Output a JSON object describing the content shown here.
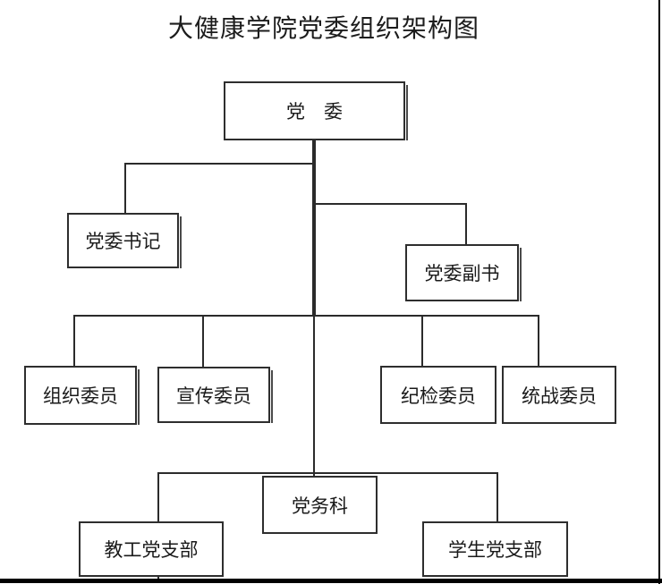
{
  "title": "大健康学院党委组织架构图",
  "nodes": {
    "root": {
      "label": "党　委"
    },
    "secretary": {
      "label": "党委书记"
    },
    "deputy_secretary": {
      "label": "党委副书"
    },
    "organization_member": {
      "label": "组织委员"
    },
    "publicity_member": {
      "label": "宣传委员"
    },
    "discipline_member": {
      "label": "纪检委员"
    },
    "united_front_member": {
      "label": "统战委员"
    },
    "party_affairs_office": {
      "label": "党务科"
    },
    "faculty_party_branch": {
      "label": "教工党支部"
    },
    "student_party_branch": {
      "label": "学生党支部"
    }
  },
  "colors": {
    "background": "#ffffff",
    "line": "#2b2b2b",
    "text": "#1c1c1c",
    "page_border": "#000000"
  }
}
